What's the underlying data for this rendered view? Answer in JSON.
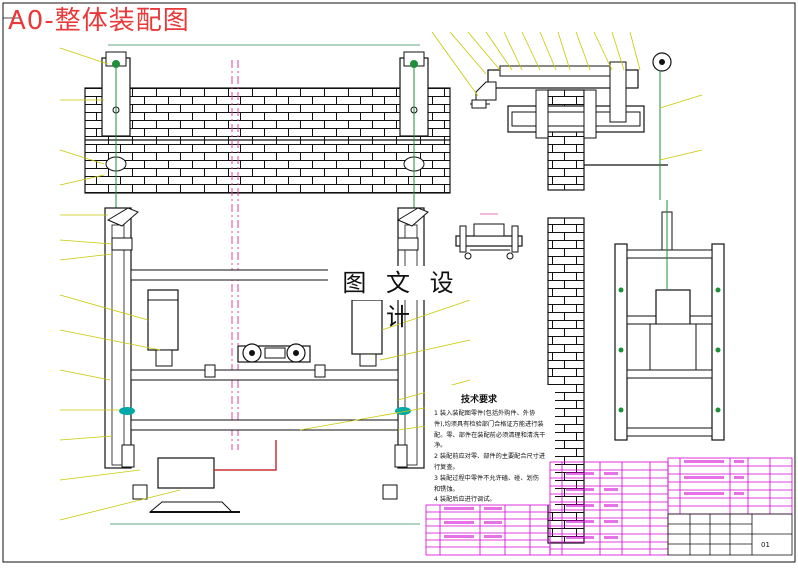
{
  "drawing_title": "A0-整体装配图",
  "watermark": "图 文 设 计",
  "technical_requirements": {
    "heading": "技术要求",
    "items": [
      "1 装入装配图零件(包括外购件、外协",
      "件),均须具有检验部门合格证方能进行装",
      "配。零、部件在装配前必须清理和清洗干",
      "净。",
      "2 装配前应对零、部件的主要配合尺寸进",
      "行复查。",
      "3 装配过程中零件不允许磕、碰、划伤",
      "和锈蚀。",
      "4 装配后应进行调试。"
    ]
  },
  "sheet_label": "01",
  "colors": {
    "outline": "#111111",
    "leader": "#c8c800",
    "title": "#e83a3a",
    "table": "#d400d4",
    "centerline": "#e040a0",
    "pipe": "#cc3333",
    "cyan": "#00a8a8",
    "green": "#1f8f3a"
  }
}
